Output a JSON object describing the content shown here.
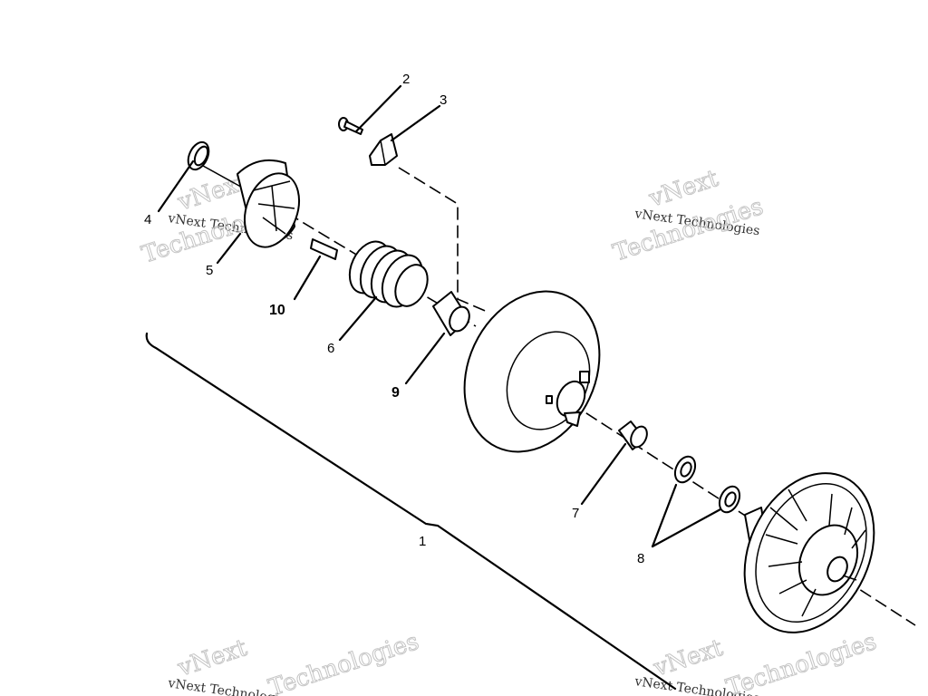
{
  "diagram": {
    "type": "exploded-parts-diagram",
    "callouts": [
      {
        "id": "1",
        "label": "1"
      },
      {
        "id": "2",
        "label": "2"
      },
      {
        "id": "3",
        "label": "3"
      },
      {
        "id": "4",
        "label": "4"
      },
      {
        "id": "5",
        "label": "5"
      },
      {
        "id": "6",
        "label": "6"
      },
      {
        "id": "7",
        "label": "7"
      },
      {
        "id": "8",
        "label": "8"
      },
      {
        "id": "9",
        "label": "9"
      },
      {
        "id": "10",
        "label": "10"
      }
    ],
    "parts": [
      "screw",
      "wedge-insert",
      "retaining-ring",
      "cam-housing",
      "spring",
      "key",
      "bushing",
      "stationary-sheave",
      "spacer",
      "washers",
      "moveable-sheave"
    ],
    "colors": {
      "line": "#000000",
      "watermark": "#c4c4c4"
    }
  },
  "watermark": {
    "line1": "vNext Technologies",
    "line2": "vNext",
    "line3": "Technologies"
  }
}
